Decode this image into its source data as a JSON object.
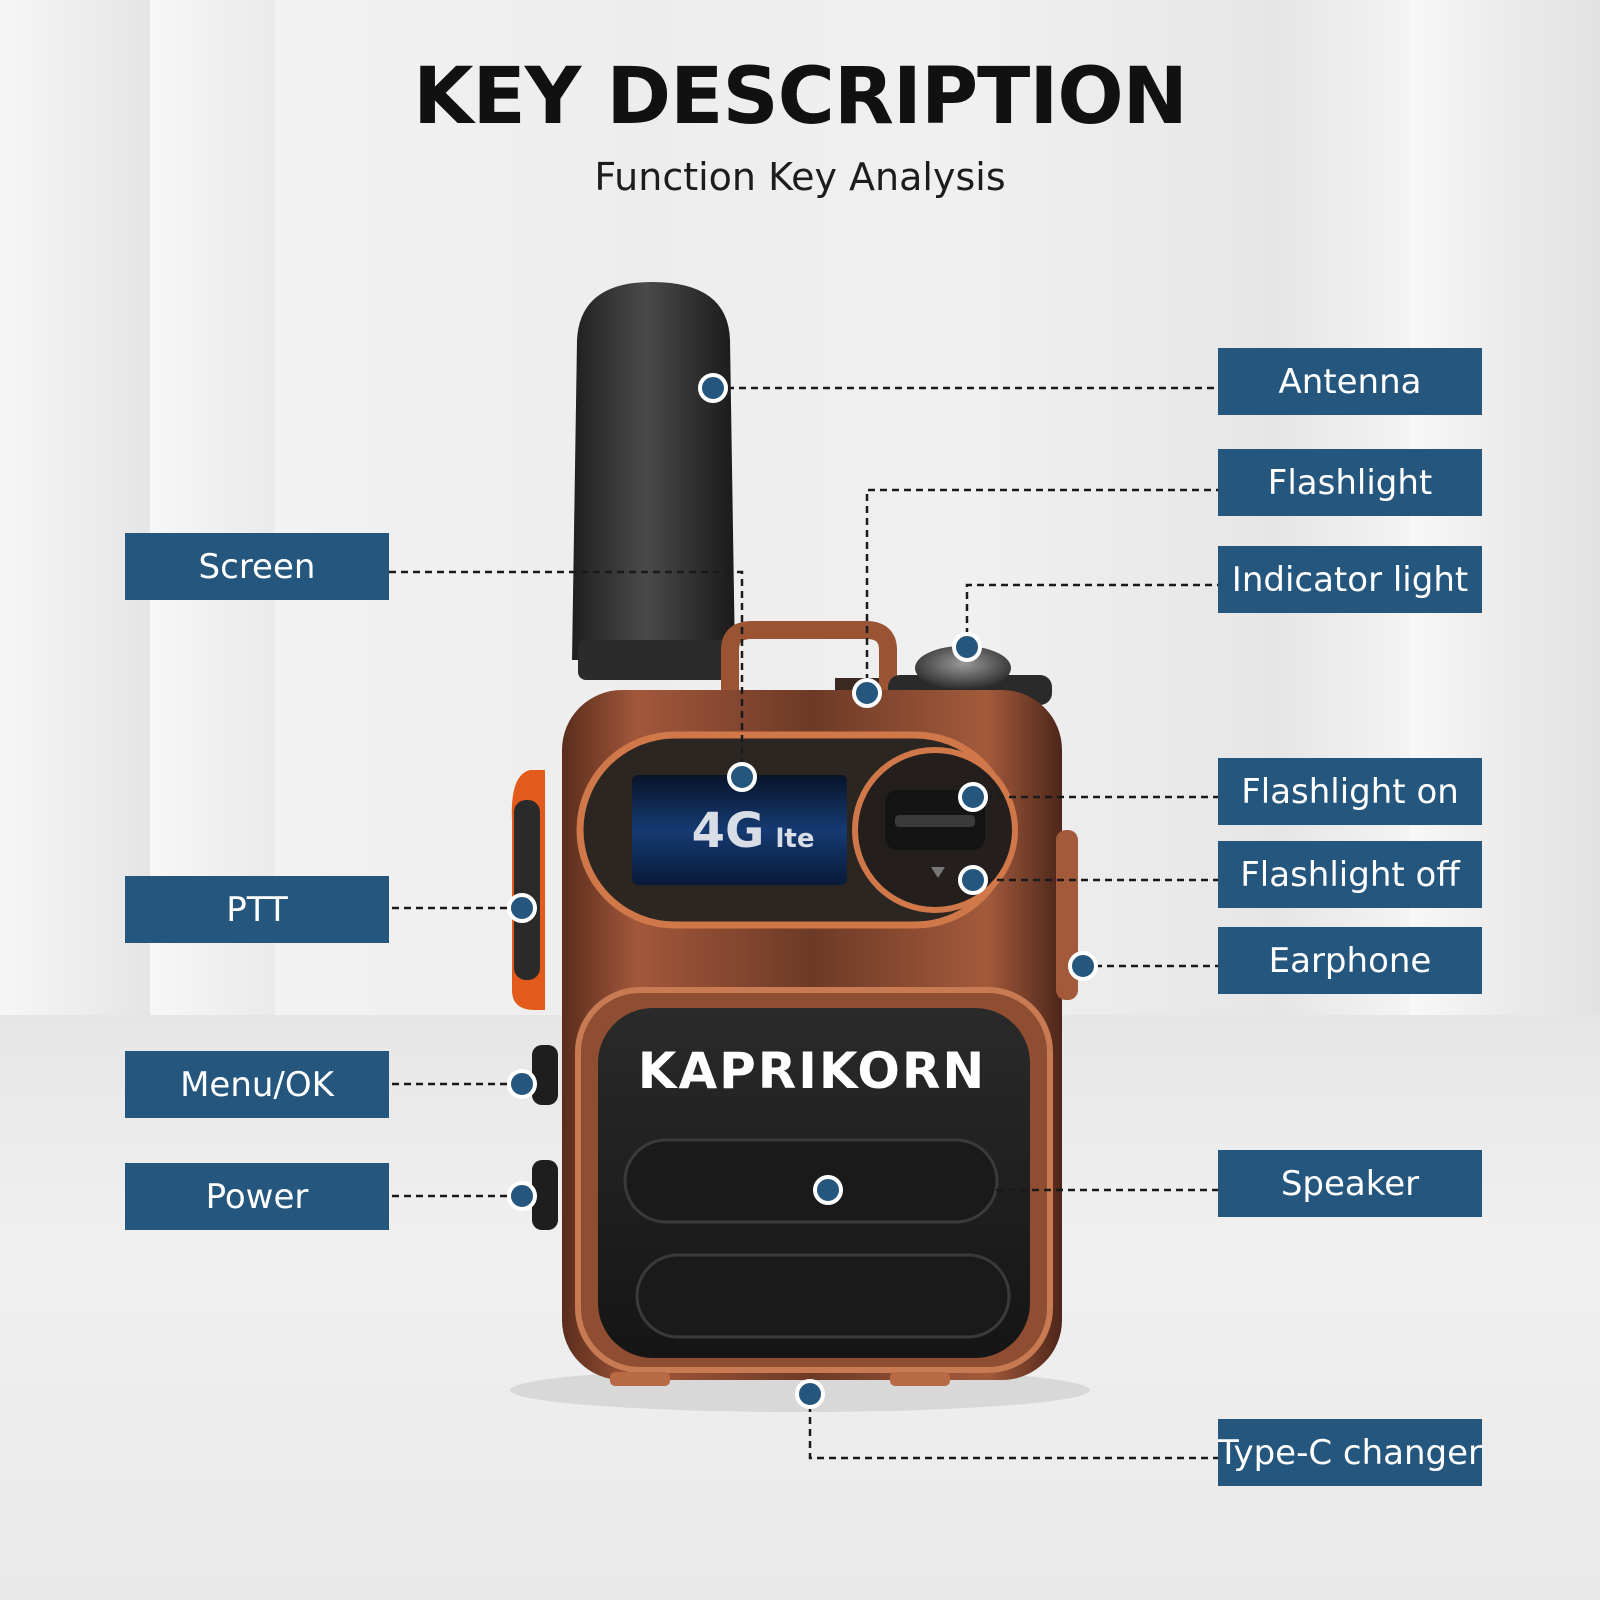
{
  "header": {
    "title": "KEY DESCRIPTION",
    "subtitle": "Function Key Analysis"
  },
  "device": {
    "brand": "KAPRIKORN",
    "screen_text": "4G",
    "screen_suffix": "lte"
  },
  "callouts": {
    "antenna": "Antenna",
    "flashlight": "Flashlight",
    "indicator_light": "Indicator light",
    "screen": "Screen",
    "flashlight_on": "Flashlight on",
    "flashlight_off": "Flashlight off",
    "ptt": "PTT",
    "earphone": "Earphone",
    "menu_ok": "Menu/OK",
    "power": "Power",
    "speaker": "Speaker",
    "type_c": "Type-C changer"
  },
  "colors": {
    "label_bg": "#24567e",
    "copper": "#b8643e",
    "marker": "#24567e"
  }
}
